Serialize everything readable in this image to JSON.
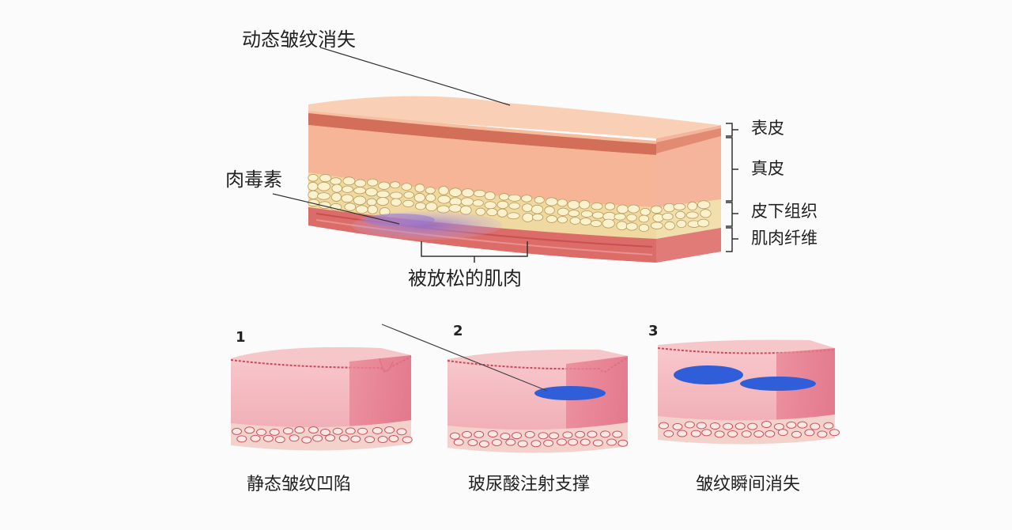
{
  "main_diagram": {
    "label_wrinkle": "动态皱纹消失",
    "label_botox": "肉毒素",
    "label_relaxed": "被放松的肌肉",
    "layers": {
      "epidermis": "表皮",
      "dermis": "真皮",
      "subcutaneous": "皮下组织",
      "muscle": "肌肉纤维"
    }
  },
  "steps": [
    {
      "number": "1",
      "caption": "静态皱纹凹陷"
    },
    {
      "number": "2",
      "caption": "玻尿酸注射支撑"
    },
    {
      "number": "3",
      "caption": "皱纹瞬间消失"
    }
  ],
  "colors": {
    "skin_light": "#f7c3a5",
    "skin_mid": "#f3a98a",
    "epidermis_band": "#d26b55",
    "fat_cells": "#fbf0c8",
    "muscle": "#d8575e",
    "botox": "#a98bd1",
    "filler": "#2f5ed8",
    "pink_skin": "#f6c0c4",
    "pink_side": "#e97f91"
  }
}
